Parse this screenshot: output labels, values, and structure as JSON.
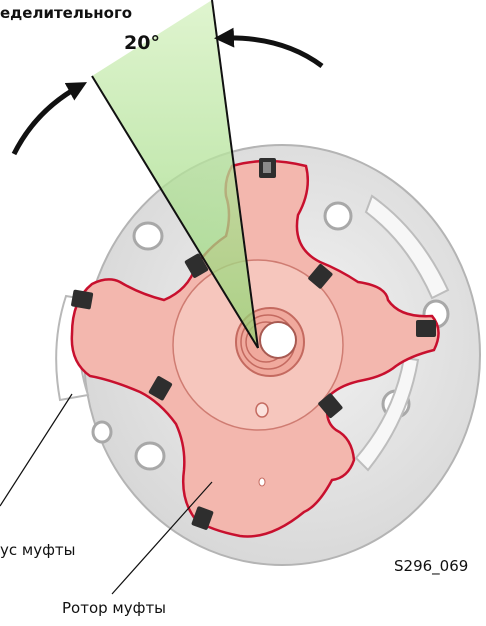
{
  "labels": {
    "top_caption": "еделительного",
    "angle": "20°",
    "housing": "ус муфты",
    "rotor": "Ротор муфты",
    "figure_id": "S296_069"
  },
  "colors": {
    "housing_fill": "#e6e6e6",
    "housing_edge": "#b4b4b4",
    "rotor_fill": "#f3b7ae",
    "rotor_edge": "#c8102e",
    "wedge_top": "#d8f2c4",
    "wedge_bottom": "#8fd26f",
    "seal": "#2e2e2e",
    "arrow": "#111111"
  },
  "icons": [
    "rotation-arrow-icon",
    "vane-seal-icon"
  ]
}
